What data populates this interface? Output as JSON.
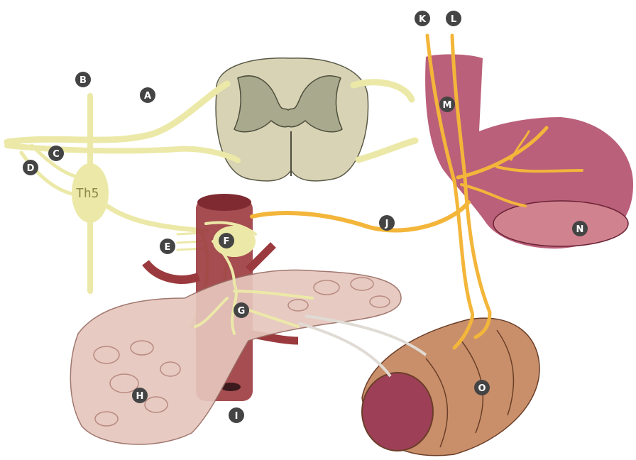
{
  "diagram": {
    "labels": {
      "A": "A",
      "B": "B",
      "C": "C",
      "D": "D",
      "E": "E",
      "F": "F",
      "G": "G",
      "H": "H",
      "I": "I",
      "J": "J",
      "K": "K",
      "L": "L",
      "M": "M",
      "N": "N",
      "O": "O"
    },
    "ganglion_text": "Th5"
  },
  "colors": {
    "nerve_pale": "#ece9a8",
    "nerve_orange": "#f3b63a",
    "spinal_cord": "#d8d3b4",
    "gray_matter": "#a9a98d",
    "aorta": "#9b3a3e",
    "stomach": "#b04a68",
    "pancreas": "#e6c6bd",
    "intestine": "#c98f6a",
    "label_bg": "#444444"
  }
}
